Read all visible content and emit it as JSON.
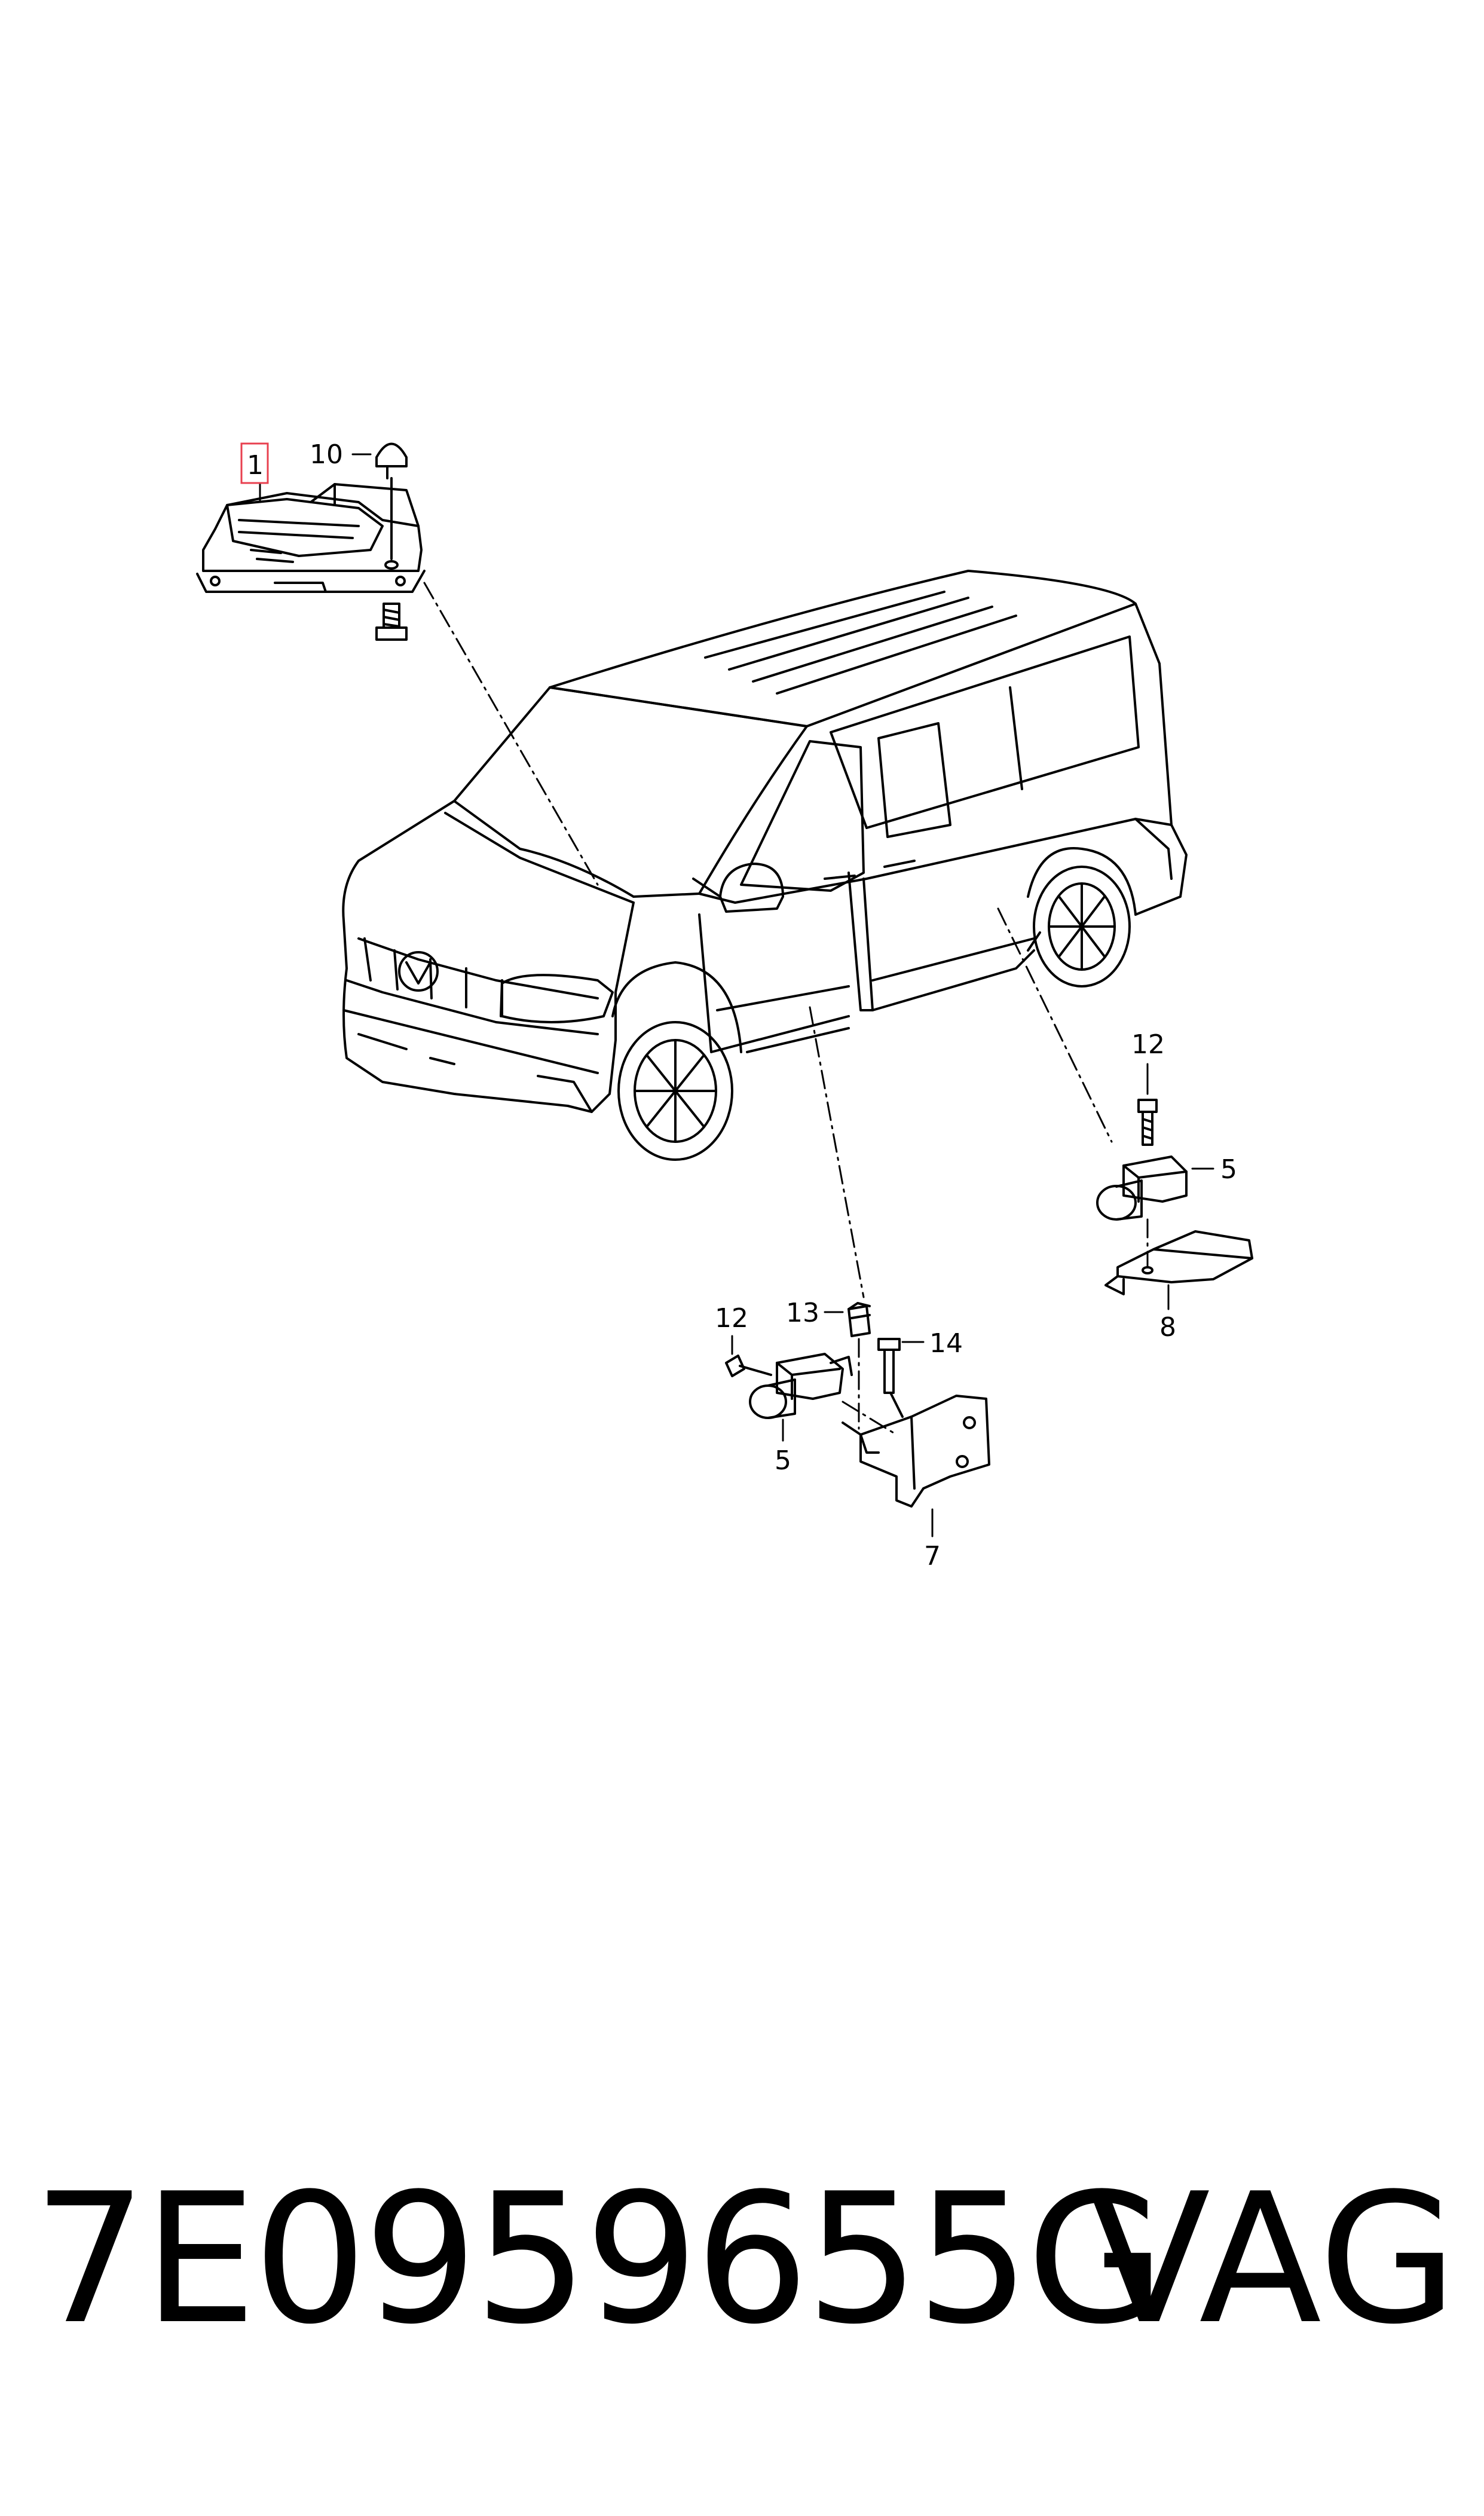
{
  "diagram": {
    "callouts": {
      "c1": "1",
      "c10": "10",
      "c12a": "12",
      "c5a": "5",
      "c8": "8",
      "c12b": "12",
      "c13": "13",
      "c14": "14",
      "c5b": "5",
      "c7": "7"
    },
    "highlight_color": "#e8404f",
    "icons": [
      "control-unit-icon",
      "van-icon",
      "crash-sensor-icon",
      "bracket-icon",
      "bolt-icon",
      "nut-icon"
    ]
  },
  "footer": {
    "part_number": "7E0959655G",
    "brand": "VAG"
  }
}
